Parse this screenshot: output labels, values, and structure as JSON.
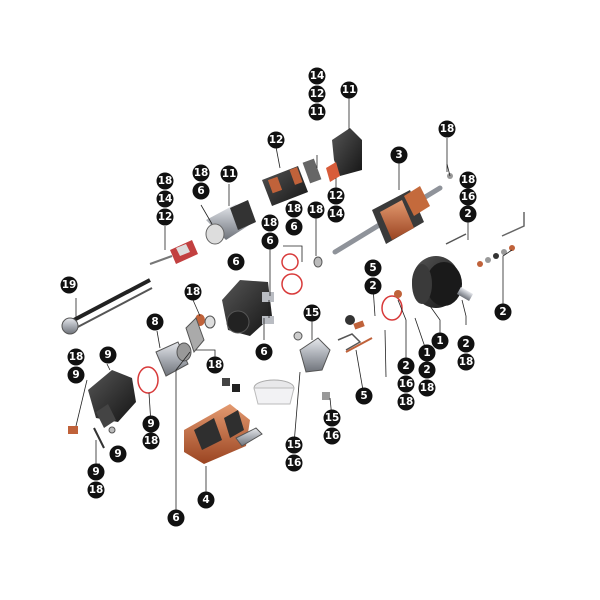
{
  "diagram": {
    "type": "exploded-parts-view",
    "colors": {
      "background": "#ffffff",
      "badge": "#111111",
      "badge_text": "#ffffff",
      "copper": "#c0623a",
      "part_dark": "#2b2b2b",
      "part_metal": "#b9bcc2",
      "gasket_red": "#d83a3a"
    },
    "callouts": [
      "14",
      "12",
      "11",
      "11",
      "12",
      "14",
      "12",
      "18",
      "6",
      "11",
      "18",
      "14",
      "12",
      "3",
      "18",
      "18",
      "16",
      "2",
      "18",
      "6",
      "18",
      "6",
      "6",
      "19",
      "18",
      "5",
      "2",
      "2",
      "15",
      "8",
      "9",
      "18",
      "9",
      "6",
      "18",
      "1",
      "2",
      "18",
      "2",
      "16",
      "18",
      "18",
      "5",
      "1",
      "2",
      "18",
      "9",
      "18",
      "15",
      "16",
      "9",
      "9",
      "18",
      "4",
      "6",
      "15",
      "16"
    ]
  }
}
